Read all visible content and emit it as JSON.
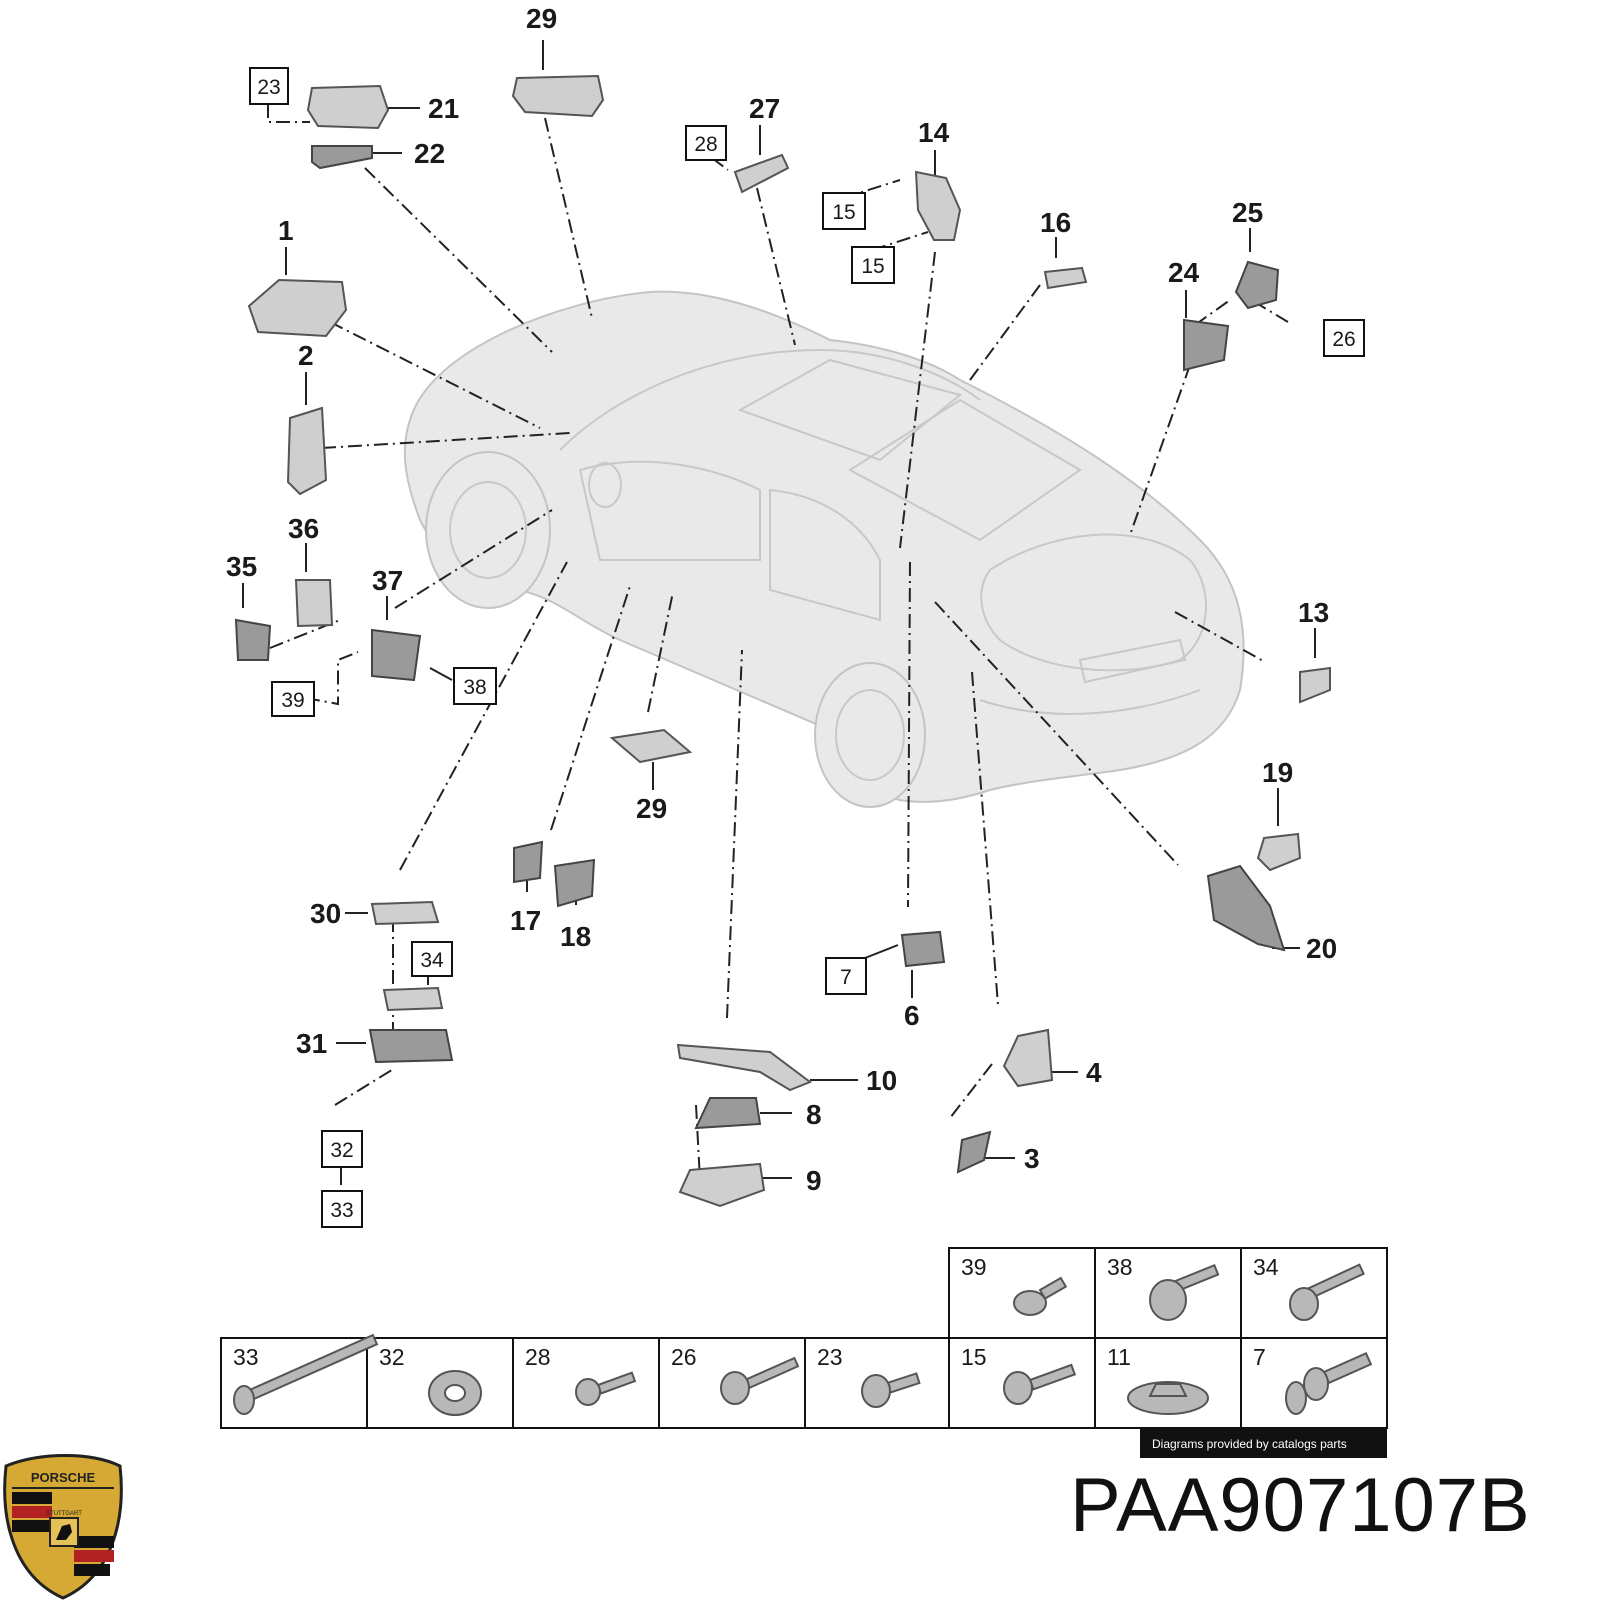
{
  "part_number": "PAA907107B",
  "credit": "Diagrams provided by catalogs parts",
  "logo": {
    "icon": "porsche-crest-icon",
    "text_top": "PORSCHE",
    "text_center": "STUTTGART"
  },
  "colors": {
    "line": "#222222",
    "part_fill": "#cfcfcf",
    "car_fill": "#e9e9e9",
    "credit_bg": "#111111"
  },
  "callouts": {
    "c29a": "29",
    "c21": "21",
    "c22": "22",
    "c27": "27",
    "c14": "14",
    "c16": "16",
    "c25": "25",
    "c24": "24",
    "c1": "1",
    "c2": "2",
    "c36": "36",
    "c35": "35",
    "c37": "37",
    "c13": "13",
    "c19": "19",
    "c20": "20",
    "c29b": "29",
    "c17": "17",
    "c18": "18",
    "c30": "30",
    "c31": "31",
    "c6": "6",
    "c4": "4",
    "c3": "3",
    "c10": "10",
    "c8": "8",
    "c9": "9"
  },
  "boxed_callouts": {
    "b23": "23",
    "b28": "28",
    "b15a": "15",
    "b15b": "15",
    "b26": "26",
    "b38": "38",
    "b39": "39",
    "b34": "34",
    "b7": "7",
    "b32": "32",
    "b33": "33"
  },
  "hardware_table": {
    "top_row": [
      "39",
      "38",
      "34"
    ],
    "bottom_row": [
      "33",
      "32",
      "28",
      "26",
      "23",
      "15",
      "11",
      "7"
    ]
  }
}
